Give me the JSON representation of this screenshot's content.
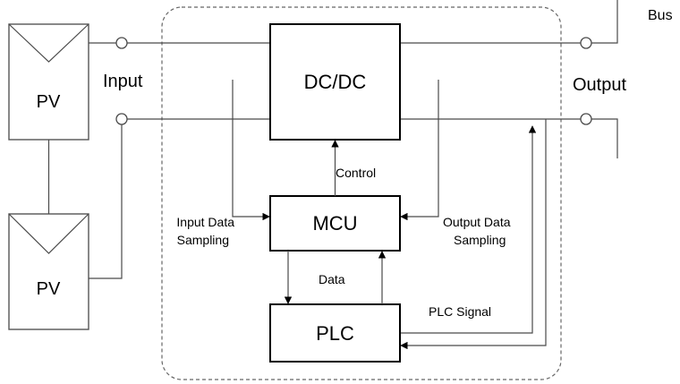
{
  "pv_modules": [
    {
      "label": "PV"
    },
    {
      "label": "PV"
    }
  ],
  "blocks": {
    "dcdc": "DC/DC",
    "mcu": "MCU",
    "plc": "PLC"
  },
  "labels": {
    "input": "Input",
    "output": "Output",
    "bus": "Bus",
    "control": "Control",
    "data": "Data",
    "input_data_sampling": [
      "Input Data",
      "Sampling"
    ],
    "output_data_sampling": [
      "Output Data",
      "Sampling"
    ],
    "plc_signal": "PLC Signal"
  }
}
